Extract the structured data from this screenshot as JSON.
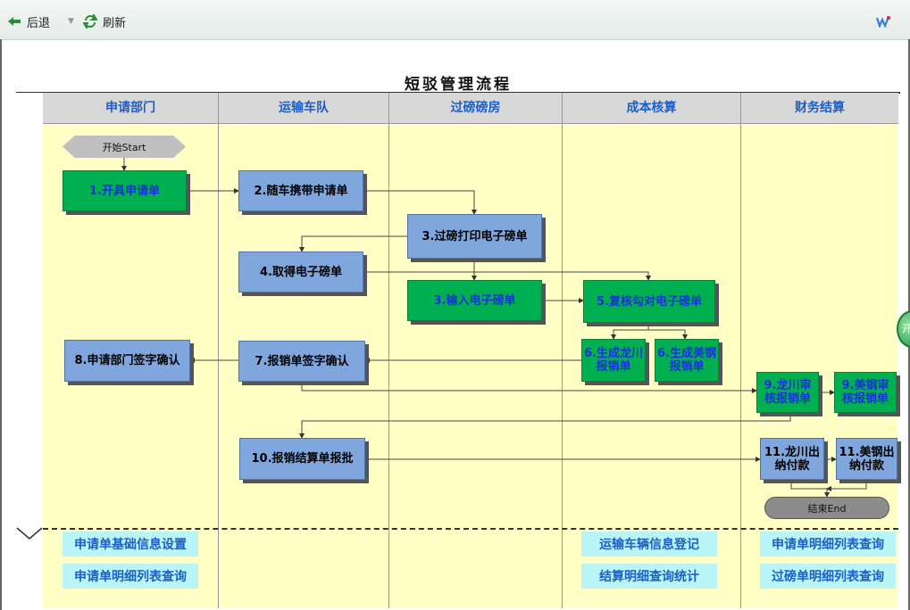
{
  "toolbar": {
    "back_label": "后退",
    "refresh_label": "刷新"
  },
  "title": "短驳管理流程",
  "lanes": [
    "申请部门",
    "运输车队",
    "过磅磅房",
    "成本核算",
    "财务结算"
  ],
  "start_label": "开始Start",
  "end_label": "结束End",
  "nodes": {
    "n1": "1.开具申请单",
    "n2": "2.随车携带申请单",
    "n3a": "3.过磅打印电子磅单",
    "n3b": "3.输入电子磅单",
    "n4": "4.取得电子磅单",
    "n5": "5.复核勾对电子磅单",
    "n6a": "6.生成龙川报销单",
    "n6b": "6.生成美钢报销单",
    "n7": "7.报销单签字确认",
    "n8": "8.申请部门签字确认",
    "n9a": "9.龙川审核报销单",
    "n9b": "9.美钢审核报销单",
    "n10": "10.报销结算单报批",
    "n11a": "11.龙川出纳付款",
    "n11b": "11.美钢出纳付款"
  },
  "links": {
    "l1": "申请单基础信息设置",
    "l2": "申请单明细列表查询",
    "l3": "运输车辆信息登记",
    "l4": "结算明细查询统计",
    "l5": "申请单明细列表查询",
    "l6": "过磅单明细列表查询"
  },
  "fab_label": "开",
  "colors": {
    "lane_bg": "#ffffc6",
    "header_bg": "#d7d7d7",
    "header_text": "#1b5fc8",
    "green_node": "#00b050",
    "blue_node": "#7fa7dd",
    "link_bg": "#b9f4f6"
  }
}
